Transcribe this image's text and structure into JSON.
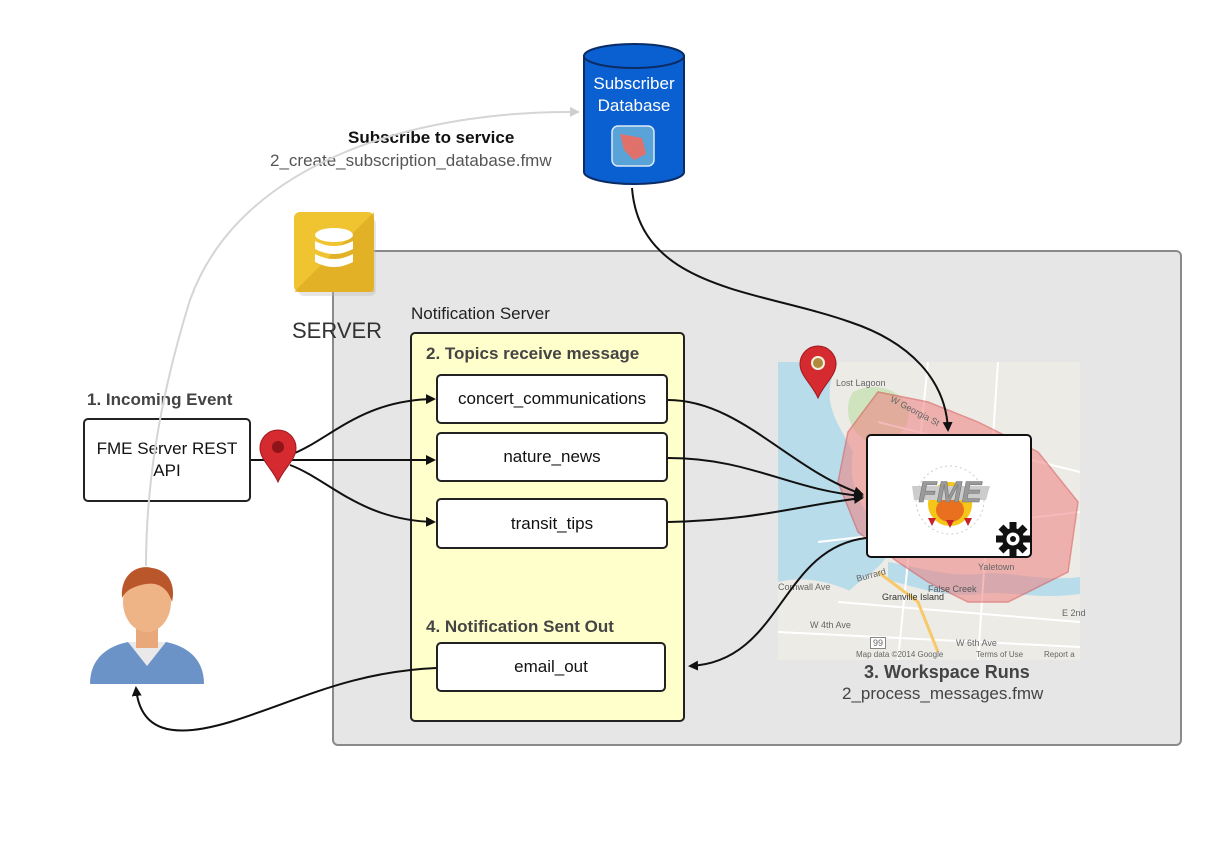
{
  "database": {
    "label_line1": "Subscriber",
    "label_line2": "Database"
  },
  "subscribe": {
    "title": "Subscribe to service",
    "file": "2_create_subscription_database.fmw"
  },
  "server": {
    "label": "SERVER"
  },
  "notification_server": {
    "title": "Notification Server",
    "topics_heading": "2. Topics receive message",
    "topics": [
      "concert_communications",
      "nature_news",
      "transit_tips"
    ],
    "sent_heading": "4. Notification Sent Out",
    "output": "email_out"
  },
  "incoming": {
    "heading": "1. Incoming Event",
    "box_label": "FME Server REST API"
  },
  "workspace": {
    "heading": "3. Workspace Runs",
    "file": "2_process_messages.fmw"
  },
  "map": {
    "labels": [
      "Lost Lagoon",
      "W Georgia St",
      "Granville Island",
      "W 4th Ave",
      "W 6th Ave",
      "False Creek",
      "Yaletown",
      "Burrard",
      "Cornwall Ave",
      "E 2nd",
      "99"
    ],
    "attribution": "Map data ©2014 Google",
    "terms": "Terms of Use",
    "report": "Report a"
  },
  "fme_logo": {
    "text": "FME"
  },
  "colors": {
    "db_blue": "#0a5fd1",
    "pin_red": "#c8222a",
    "panel_yellow": "#ffffcc",
    "panel_gray": "#e6e6e6",
    "server_gold": "#e8b82a"
  },
  "icons": [
    "database-cylinder",
    "server-icon",
    "map-pin-icon",
    "gear-icon",
    "user-avatar"
  ]
}
